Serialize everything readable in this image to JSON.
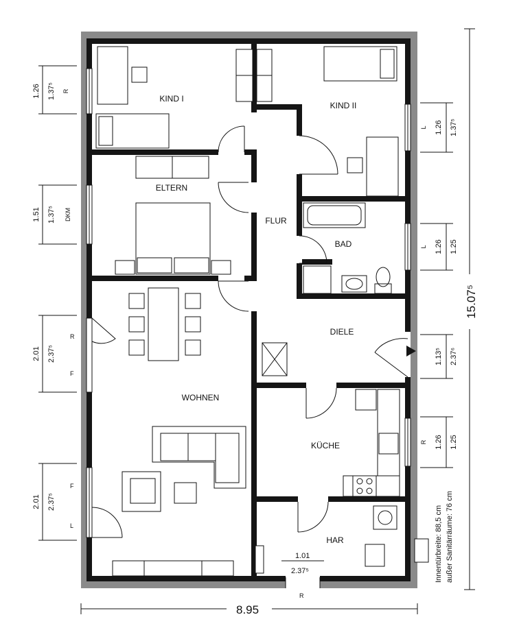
{
  "rooms": {
    "kind1": "KIND I",
    "kind2": "KIND II",
    "eltern": "ELTERN",
    "flur": "FLUR",
    "bad": "BAD",
    "diele": "DIELE",
    "wohnen": "WOHNEN",
    "kueche": "KÜCHE",
    "har": "HAR"
  },
  "left_dims": [
    {
      "outer": "1.26",
      "inner": "1.37⁵",
      "code": "R"
    },
    {
      "outer": "1.51",
      "inner": "1.37⁵",
      "code": "DKM"
    },
    {
      "outer": "2.01",
      "inner": "2.37⁵",
      "code_top": "R",
      "code_bottom": "F"
    },
    {
      "outer": "2.01",
      "inner": "2.37⁵",
      "code_top": "F",
      "code_bottom": "L"
    }
  ],
  "right_dims": [
    {
      "outer": "1.26",
      "inner": "1.37⁵",
      "code": "L"
    },
    {
      "outer": "1.26",
      "inner": "1.25",
      "code": "L"
    },
    {
      "outer": "1.13⁵",
      "inner": "2.37⁶"
    },
    {
      "outer": "1.26",
      "inner": "1.25",
      "code": "R"
    }
  ],
  "overall_height": "15.07⁵",
  "overall_width": "8.95",
  "entry_dims": {
    "outer": "1.01",
    "inner": "2.37⁵"
  },
  "bottom_code": "R",
  "notes": {
    "line1": "Innentürbreite: 88,5 cm",
    "line2": "außer Sanitärräume: 76 cm"
  }
}
